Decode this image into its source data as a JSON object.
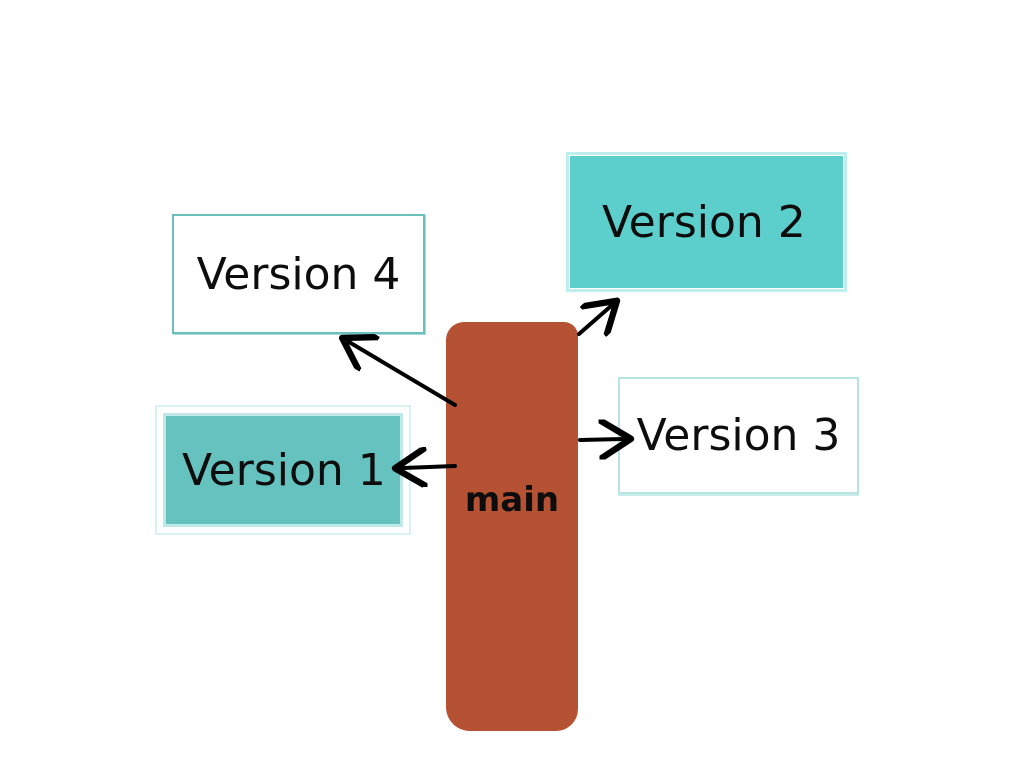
{
  "diagram": {
    "trunk": {
      "label": "main",
      "color": "#b55233"
    },
    "branches": [
      {
        "id": "v1",
        "label": "Version 1",
        "style": "filled",
        "color": "#66c2bf"
      },
      {
        "id": "v2",
        "label": "Version 2",
        "style": "filled",
        "color": "#5ccfcd"
      },
      {
        "id": "v3",
        "label": "Version 3",
        "style": "outlined",
        "color": "#b7e4e2"
      },
      {
        "id": "v4",
        "label": "Version 4",
        "style": "outlined",
        "color": "#6cc0bc"
      }
    ],
    "edges": [
      {
        "from": "main",
        "to": "Version 1"
      },
      {
        "from": "main",
        "to": "Version 2"
      },
      {
        "from": "main",
        "to": "Version 3"
      },
      {
        "from": "main",
        "to": "Version 4"
      }
    ]
  }
}
